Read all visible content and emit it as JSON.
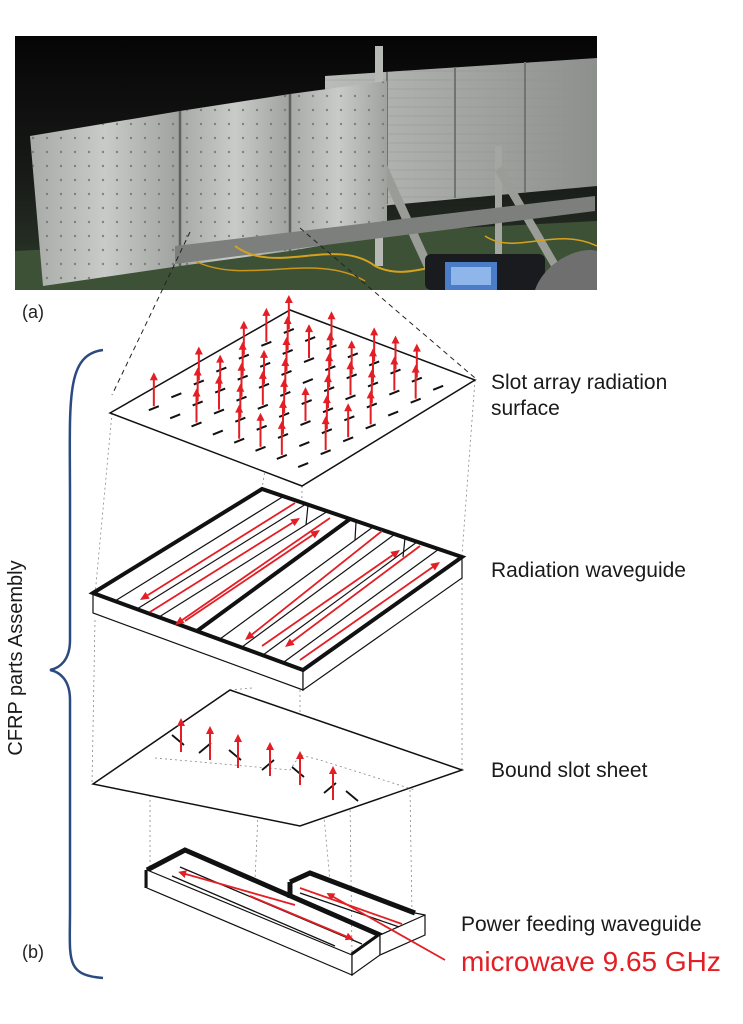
{
  "panel_labels": {
    "a": "(a)",
    "b": "(b)"
  },
  "side_label": "CFRP parts Assembly",
  "layers": {
    "slot_array": "Slot array radiation surface",
    "radiation_waveguide": "Radiation waveguide",
    "bound_slot_sheet": "Bound slot sheet",
    "power_feeding_waveguide": "Power feeding waveguide"
  },
  "input_signal": "microwave 9.65 GHz",
  "colors": {
    "arrow": "#e31e24",
    "brace": "#2a4a80",
    "ink": "#111111",
    "signal_text": "#e31e24"
  }
}
